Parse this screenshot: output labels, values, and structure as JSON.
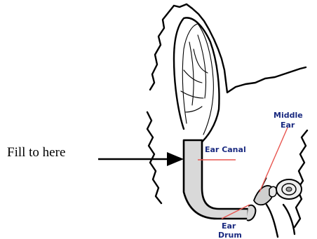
{
  "labels": {
    "fill_to_here": "Fill to here",
    "ear_canal": "Ear Canal",
    "middle_ear_line1": "Middle",
    "middle_ear_line2": "Ear",
    "ear_drum_line1": "Ear",
    "ear_drum_line2": "Drum"
  },
  "colors": {
    "label_blue": "#1a2a80",
    "pointer_red": "#e8554f",
    "canal_fill": "#d9d9d9",
    "ink": "#000000"
  }
}
